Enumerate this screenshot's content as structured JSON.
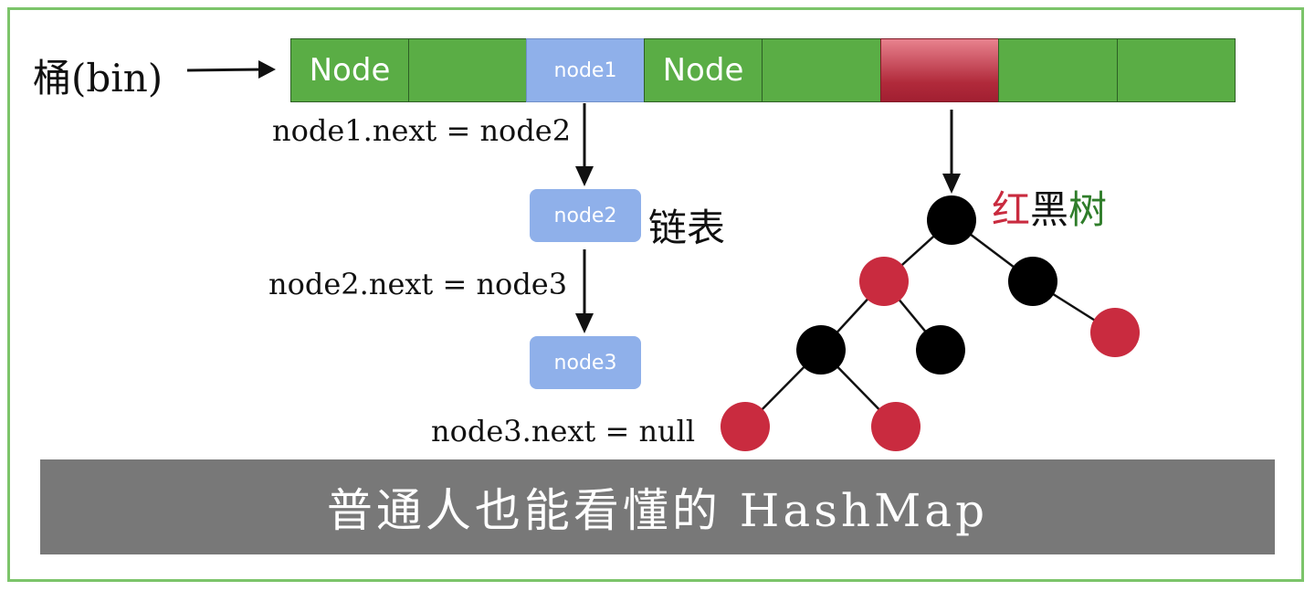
{
  "bin_label": "桶(bin)",
  "cells": [
    {
      "label": "Node",
      "kind": "green"
    },
    {
      "label": "",
      "kind": "green"
    },
    {
      "label": "node1",
      "kind": "blue"
    },
    {
      "label": "Node",
      "kind": "green"
    },
    {
      "label": "",
      "kind": "green"
    },
    {
      "label": "",
      "kind": "red"
    },
    {
      "label": "",
      "kind": "green"
    },
    {
      "label": "",
      "kind": "green"
    }
  ],
  "linked_list": {
    "label": "链表",
    "nodes": [
      "node2",
      "node3"
    ],
    "notes": [
      "node1.next = node2",
      "node2.next = node3",
      "node3.next = null"
    ]
  },
  "tree": {
    "label_parts": [
      "红",
      "黑",
      "树"
    ],
    "nodes": [
      {
        "id": "root",
        "color": "black"
      },
      {
        "id": "l",
        "color": "red"
      },
      {
        "id": "r",
        "color": "black"
      },
      {
        "id": "ll",
        "color": "black"
      },
      {
        "id": "lr",
        "color": "black"
      },
      {
        "id": "rr",
        "color": "red"
      },
      {
        "id": "lll",
        "color": "red"
      },
      {
        "id": "llr",
        "color": "red"
      }
    ]
  },
  "banner": "普通人也能看懂的 HashMap",
  "colors": {
    "green": "#5aad45",
    "blue": "#8fb0ea",
    "red": "#c92b3f",
    "black": "#000000",
    "banner": "#787878",
    "frame": "#7cc46a"
  }
}
